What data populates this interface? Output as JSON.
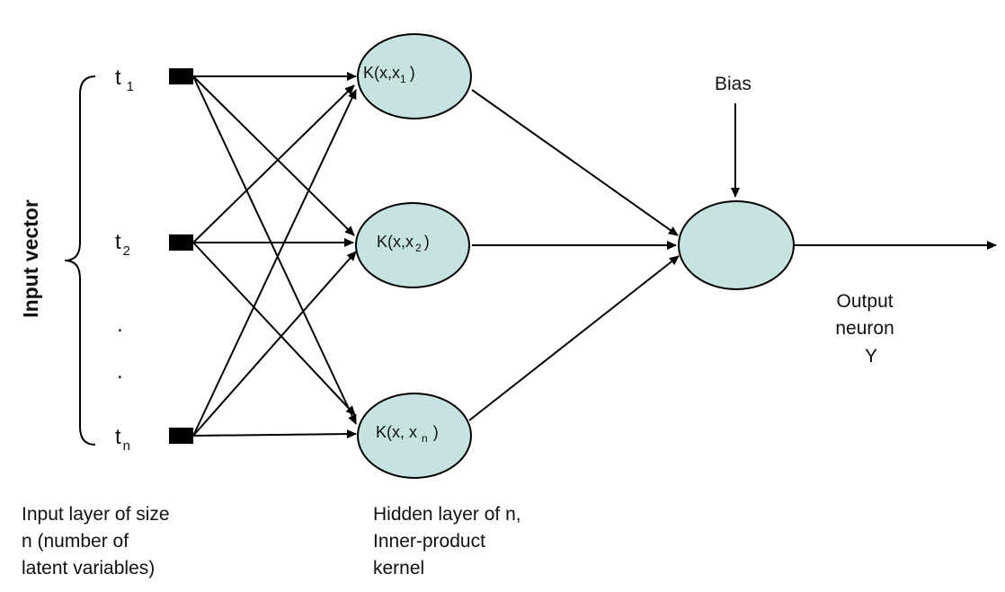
{
  "input_label": "Input vector",
  "inputs": [
    {
      "base": "t",
      "sub": "1"
    },
    {
      "base": "t",
      "sub": "2"
    },
    {
      "base": "t",
      "sub": "n"
    }
  ],
  "dots": [
    ".",
    "."
  ],
  "hidden_nodes": [
    {
      "prefix": "K(x,x",
      "sub": "1",
      "suffix": ")"
    },
    {
      "prefix": "K(x,x",
      "sub": "2",
      "suffix": ")"
    },
    {
      "prefix": "K(x, x",
      "sub": "n",
      "suffix": ")"
    }
  ],
  "bias_label": "Bias",
  "output_label": [
    "Output",
    "neuron",
    "Y"
  ],
  "captions": {
    "input_layer": [
      "Input layer of size",
      "n (number of",
      "latent variables)"
    ],
    "hidden_layer": [
      "Hidden layer of n,",
      "Inner-product",
      "kernel"
    ]
  },
  "colors": {
    "node_fill": "#c6e3e1",
    "stroke": "#000000"
  }
}
